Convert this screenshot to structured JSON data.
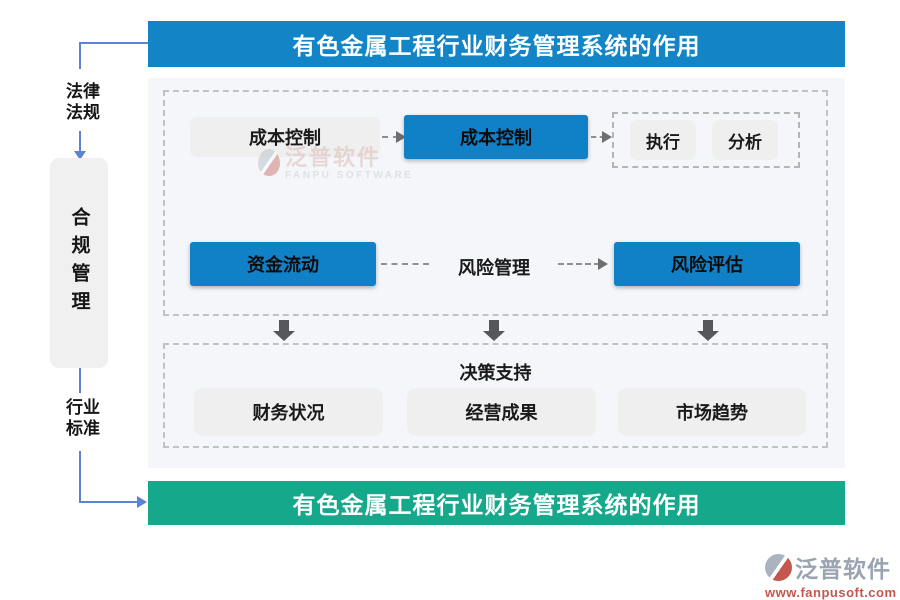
{
  "top_banner": {
    "label": "有色金属工程行业财务管理系统的作用",
    "color": "#1385c6"
  },
  "bottom_banner": {
    "label": "有色金属工程行业财务管理系统的作用",
    "color": "#16a88b"
  },
  "left_rail": {
    "law_label_line1": "法律",
    "law_label_line2": "法规",
    "compliance_label": "合规管理",
    "standard_label_line1": "行业",
    "standard_label_line2": "标准",
    "connector_color": "#5b83d2"
  },
  "flow": {
    "cost_source": "成本控制",
    "cost_target": "成本控制",
    "exec_label": "执行",
    "analysis_label": "分析",
    "capital_flow": "资金流动",
    "risk_management": "风险管理",
    "risk_assessment": "风险评估",
    "node_blue": "#1181c7",
    "node_gray": "#efefef"
  },
  "decision_panel": {
    "title": "决策支持",
    "items": [
      "财务状况",
      "经营成果",
      "市场趋势"
    ]
  },
  "watermark": {
    "brand": "泛普软件",
    "brand_en": "FANPU SOFTWARE"
  },
  "footer_logo": {
    "brand": "泛普软件",
    "website": "www.fanpusoft.com"
  }
}
